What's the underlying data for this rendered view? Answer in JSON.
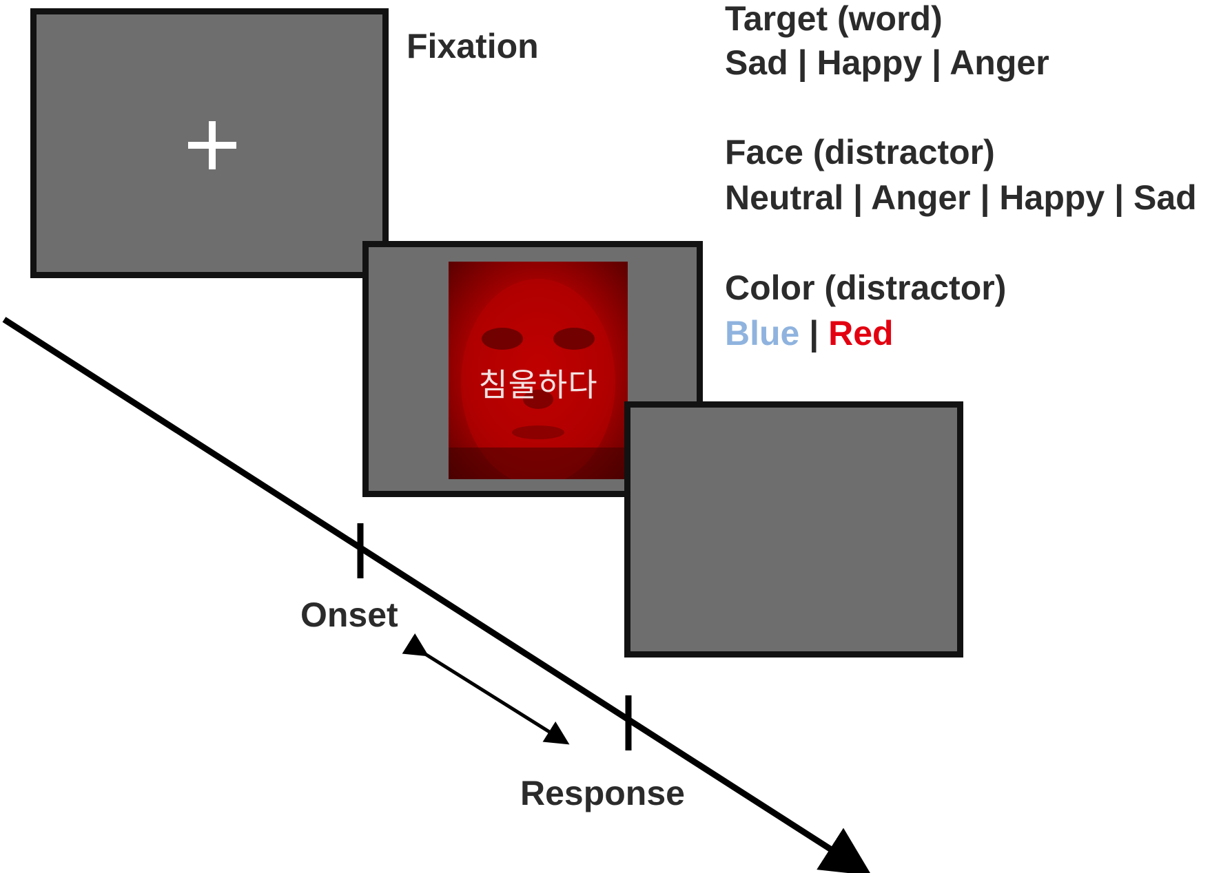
{
  "fixation_label": "Fixation",
  "target": {
    "title": "Target (word)",
    "options_text": "Sad | Happy | Anger"
  },
  "face": {
    "title": "Face (distractor)",
    "options_text": "Neutral | Anger | Happy | Sad"
  },
  "color": {
    "title": "Color (distractor)",
    "option_blue": "Blue",
    "separator": " | ",
    "option_red": "Red",
    "blue_hex": "#8fb3de",
    "red_hex": "#e30010"
  },
  "stimulus_word": "침울하다",
  "timeline": {
    "onset_label": "Onset",
    "response_label": "Response"
  },
  "colors": {
    "screen_fill": "#6e6e6e",
    "screen_border": "#121212",
    "face_tint": "#c90000",
    "label_text": "#2b2b2b"
  }
}
